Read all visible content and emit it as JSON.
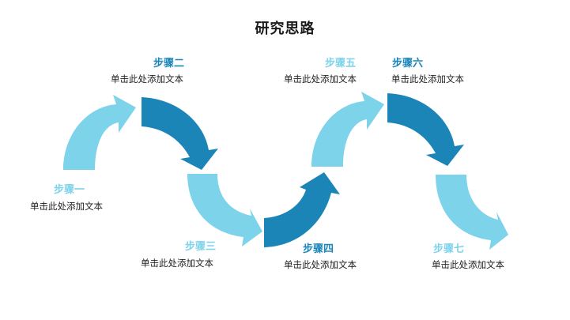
{
  "title": "研究思路",
  "colors": {
    "light": "#7dd3ea",
    "dark": "#1b85b8",
    "text": "#222222"
  },
  "steps": [
    {
      "label": "步骤一",
      "desc": "单击此处添加文本",
      "tone": "light",
      "direction": "up-right"
    },
    {
      "label": "步骤二",
      "desc": "单击此处添加文本",
      "tone": "dark",
      "direction": "down-right"
    },
    {
      "label": "步骤三",
      "desc": "单击此处添加文本",
      "tone": "light",
      "direction": "down-right"
    },
    {
      "label": "步骤四",
      "desc": "单击此处添加文本",
      "tone": "dark",
      "direction": "up-right"
    },
    {
      "label": "步骤五",
      "desc": "单击此处添加文本",
      "tone": "light",
      "direction": "up-right"
    },
    {
      "label": "步骤六",
      "desc": "单击此处添加文本",
      "tone": "dark",
      "direction": "down-right"
    },
    {
      "label": "步骤七",
      "desc": "单击此处添加文本",
      "tone": "light",
      "direction": "down-right"
    }
  ]
}
